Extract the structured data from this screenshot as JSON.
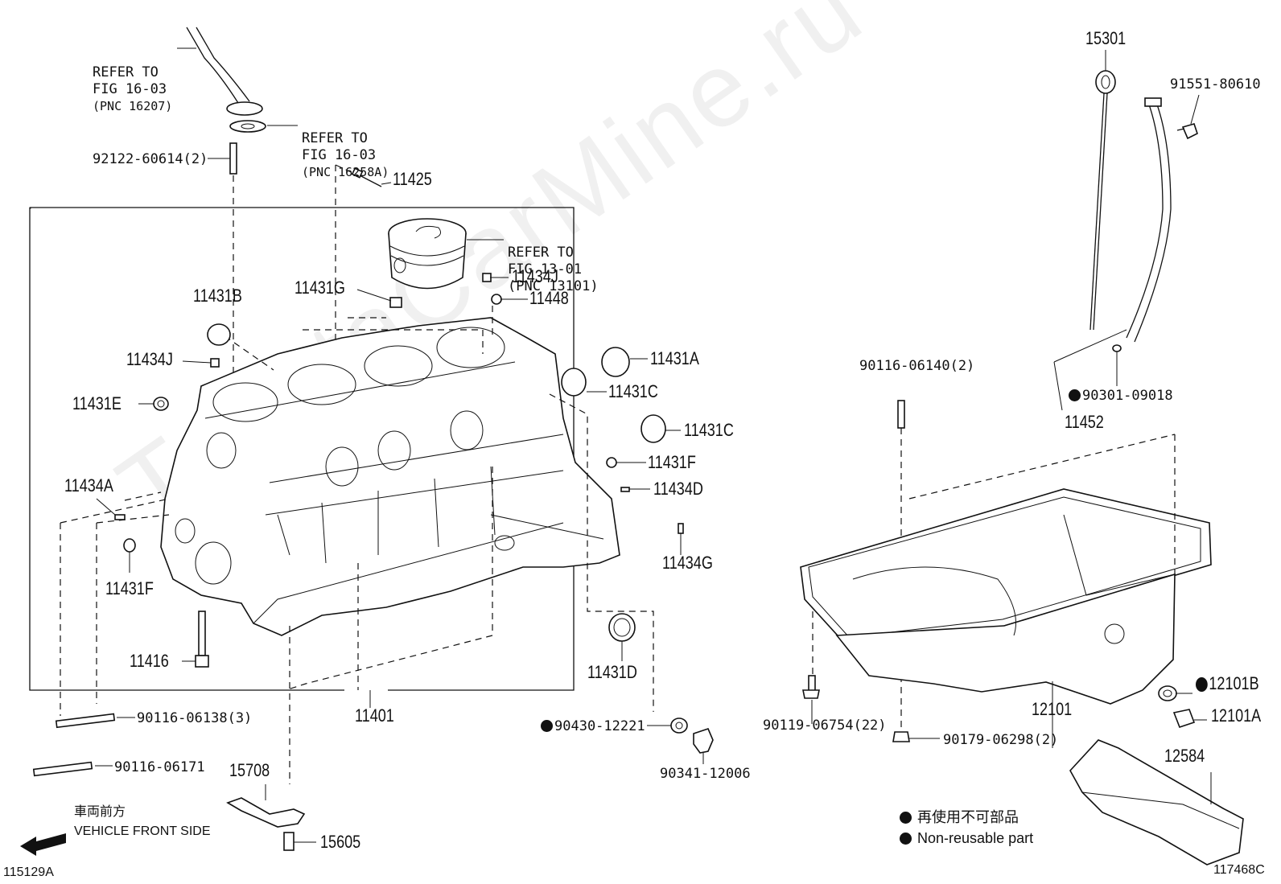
{
  "diagram_code_left": "115129A",
  "diagram_code_right": "117468C",
  "watermark": "ToyotaCarMine.ru",
  "refs": {
    "ref1": [
      "REFER TO",
      "FIG 16-03",
      "(PNC 16207)"
    ],
    "ref2": [
      "REFER TO",
      "FIG 16-03",
      "(PNC 16258A)"
    ],
    "ref3": [
      "REFER TO",
      "FIG 13-01",
      "(PNC 13101)"
    ]
  },
  "parts": {
    "p92122": "92122-60614(2)",
    "p11425": "11425",
    "p11431B": "11431B",
    "p11431G": "11431G",
    "p11434J_a": "11434J",
    "p11448": "11448",
    "p11434J_b": "11434J",
    "p11431A": "11431A",
    "p11431E": "11431E",
    "p11431C_a": "11431C",
    "p11431C_b": "11431C",
    "p11431F_a": "11431F",
    "p11434D": "11434D",
    "p11434A": "11434A",
    "p11434G": "11434G",
    "p11431F_b": "11431F",
    "p11416": "11416",
    "p11431D": "11431D",
    "p11401": "11401",
    "p90116_06138": "90116-06138(3)",
    "p90116_06171": "90116-06171",
    "p90430": "90430-12221",
    "p90341": "90341-12006",
    "p15708": "15708",
    "p15605": "15605",
    "p15301": "15301",
    "p91551": "91551-80610",
    "p90116_06140": "90116-06140(2)",
    "p90301": "90301-09018",
    "p11452": "11452",
    "p12101": "12101",
    "p12101B": "12101B",
    "p12101A": "12101A",
    "p90119": "90119-06754(22)",
    "p90179": "90179-06298(2)",
    "p12584": "12584"
  },
  "front": {
    "jp": "車両前方",
    "en": "VEHICLE FRONT SIDE"
  },
  "legend": {
    "jp": "再使用不可部品",
    "en": "Non-reusable part"
  }
}
